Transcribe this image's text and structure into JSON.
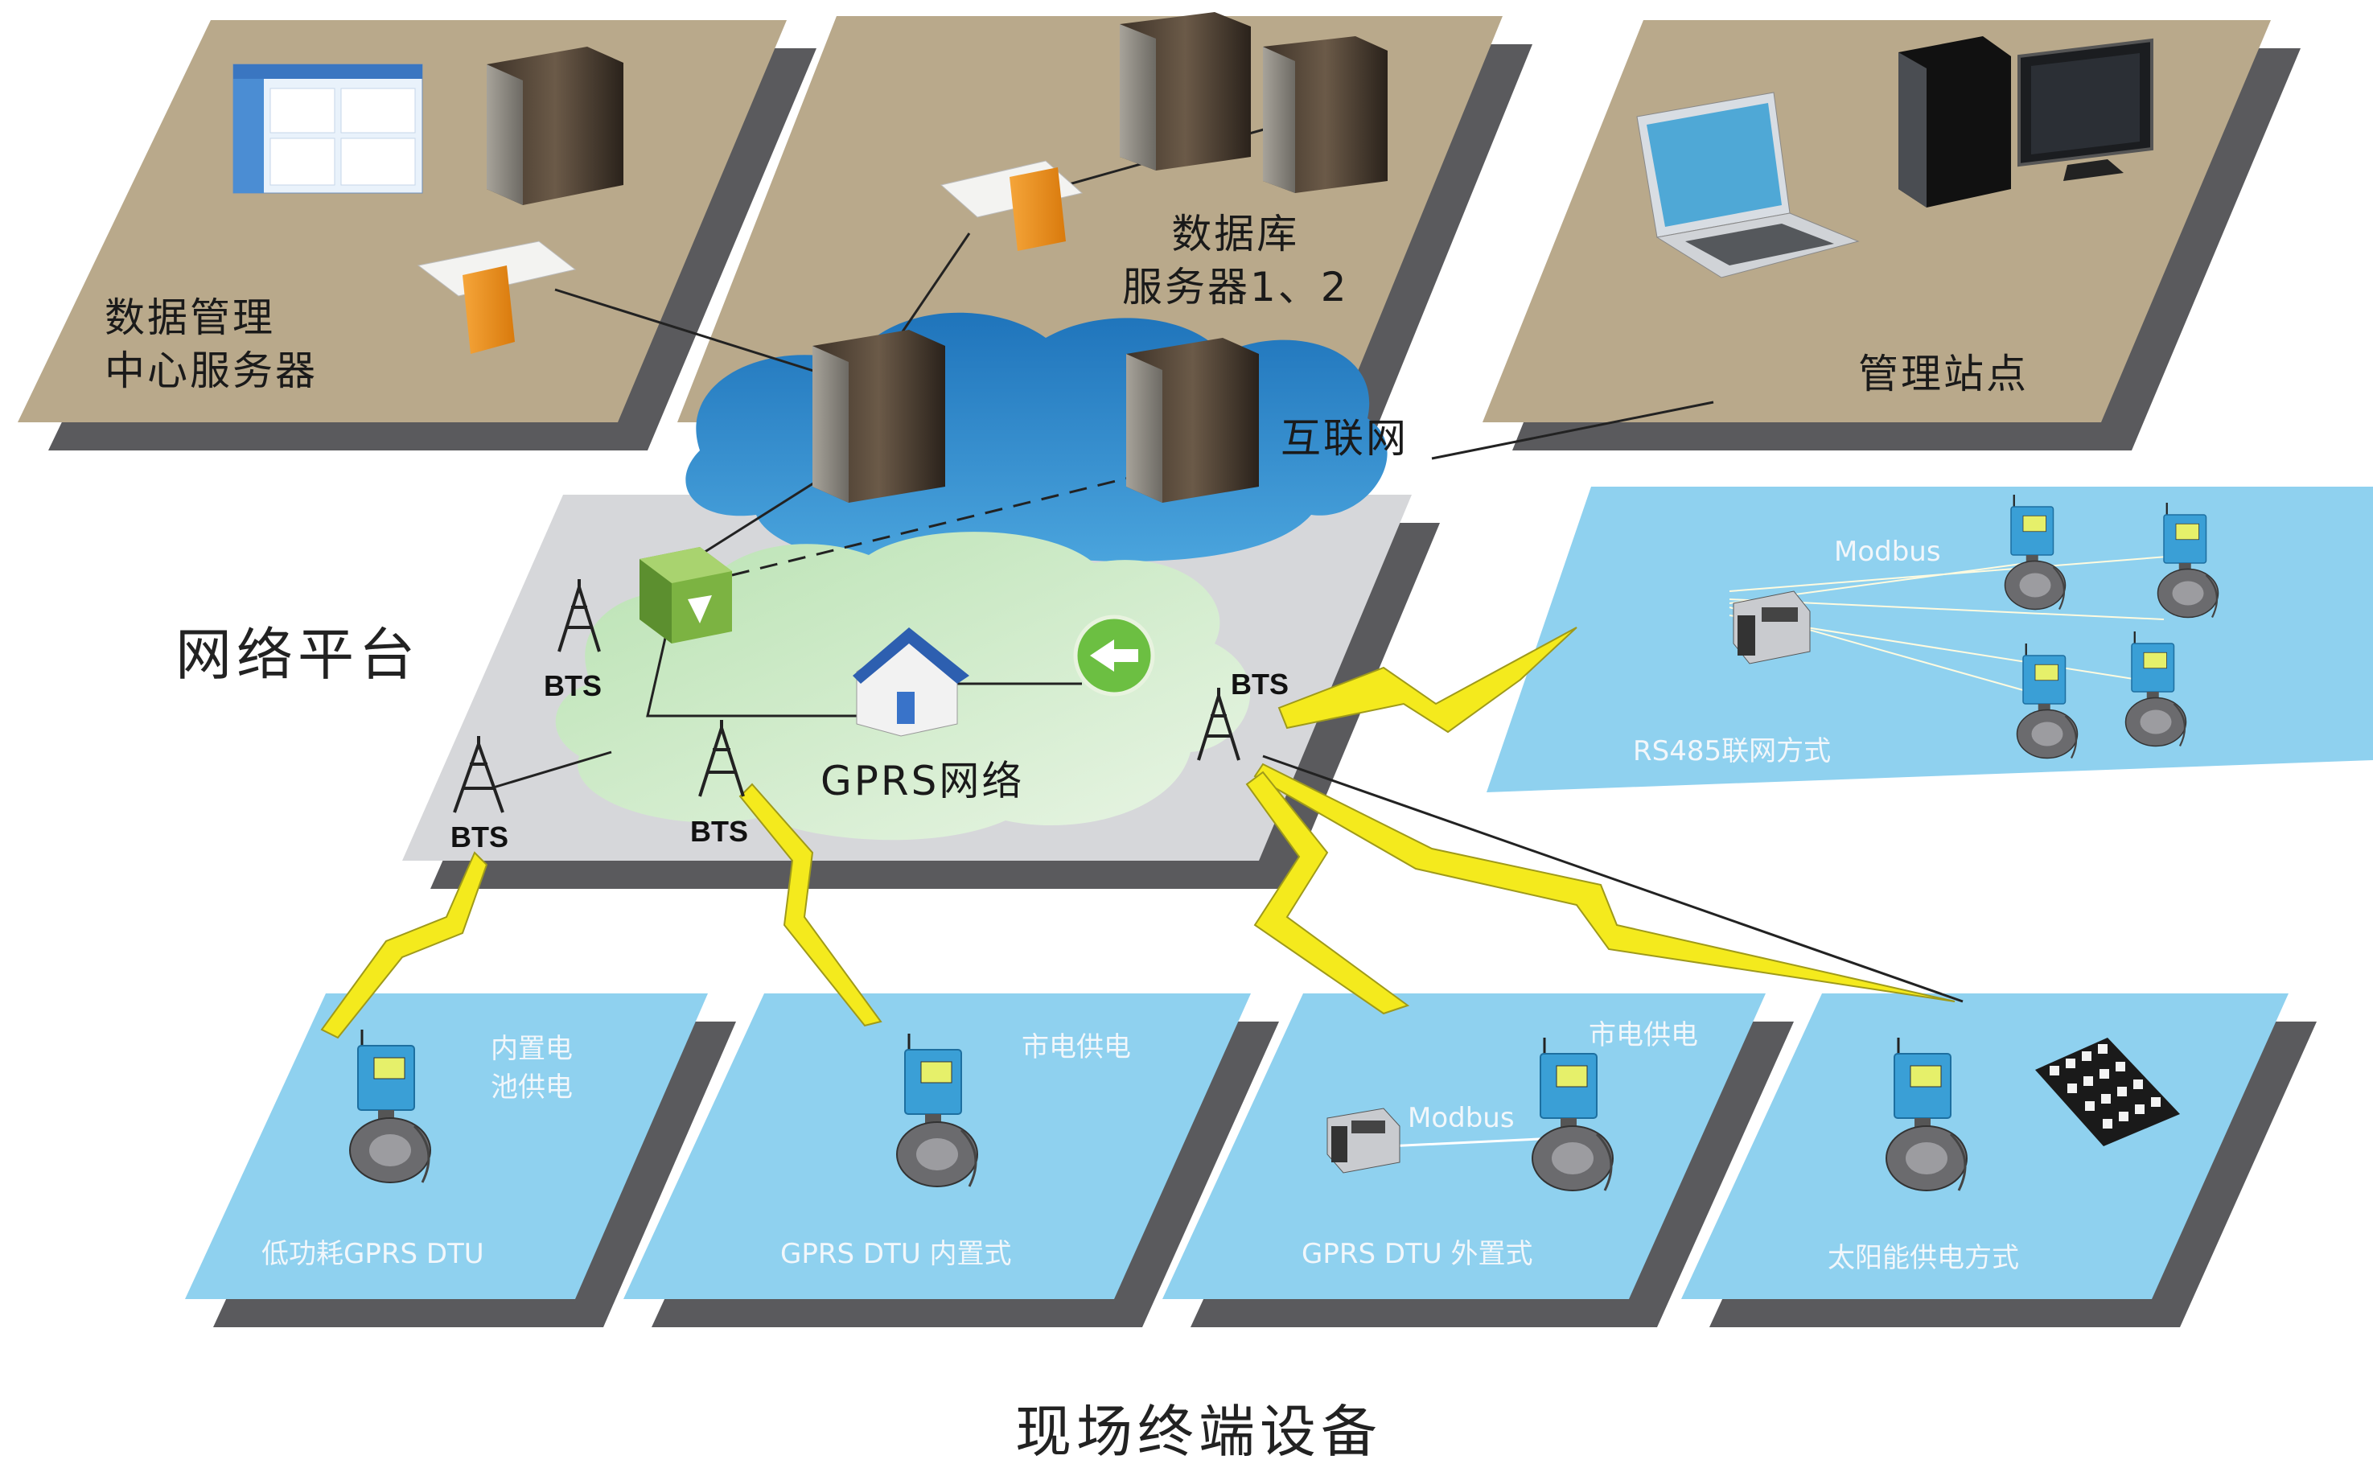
{
  "top": {
    "data_center_label": [
      "数据管理",
      "中心服务器"
    ],
    "db_label": [
      "数据库",
      "服务器1、2"
    ],
    "mgmt_label": "管理站点",
    "internet_label": "互联网"
  },
  "network": {
    "title": "网络平台",
    "gprs_label": "GPRS网络",
    "bts": [
      "BTS",
      "BTS",
      "BTS",
      "BTS"
    ]
  },
  "rs485": {
    "modbus_label": "Modbus",
    "caption": "RS485联网方式"
  },
  "terminals": [
    {
      "power": [
        "内置电",
        "池供电"
      ],
      "caption": "低功耗GPRS DTU"
    },
    {
      "power": [
        "市电供电"
      ],
      "caption": "GPRS DTU 内置式"
    },
    {
      "power": [
        "市电供电"
      ],
      "modbus": "Modbus",
      "caption": "GPRS DTU 外置式"
    },
    {
      "caption": "太阳能供电方式"
    }
  ],
  "footer_title": "现场终端设备",
  "colors": {
    "tan": "#b9a98b",
    "tan_shadow": "#59595c",
    "blue_plate": "#8fd1ef",
    "cloud_blue": "#2f87c9",
    "cloud_green": "#9ad39a",
    "bolt": "#f4ea1d"
  }
}
